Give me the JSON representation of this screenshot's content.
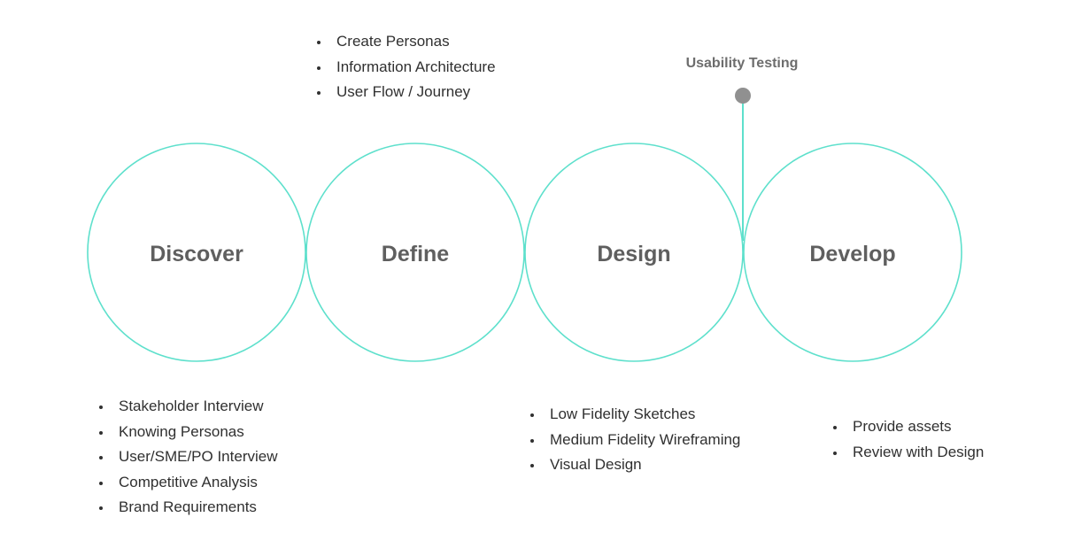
{
  "diagram": {
    "accent_color": "#5ee0cc",
    "milestone_color": "#909090",
    "stages": [
      {
        "name": "Discover",
        "tasks": [
          "Stakeholder Interview",
          "Knowing Personas",
          "User/SME/PO Interview",
          "Competitive Analysis",
          "Brand Requirements"
        ]
      },
      {
        "name": "Define",
        "tasks": [
          "Create Personas",
          "Information Architecture",
          "User Flow / Journey"
        ]
      },
      {
        "name": "Design",
        "tasks": [
          "Low Fidelity Sketches",
          "Medium Fidelity Wireframing",
          "Visual Design"
        ]
      },
      {
        "name": "Develop",
        "tasks": [
          "Provide assets",
          "Review with Design"
        ]
      }
    ],
    "milestone": {
      "label": "Usability Testing"
    }
  }
}
